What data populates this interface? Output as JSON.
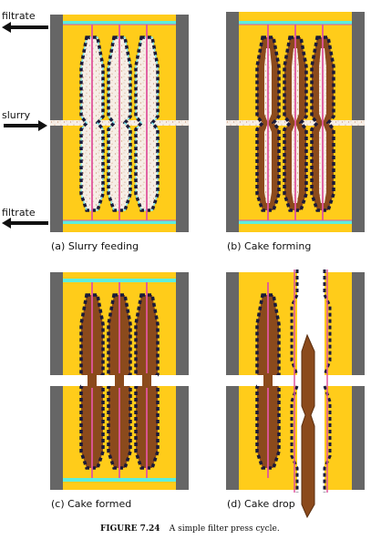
{
  "figure": {
    "label": "FIGURE 7.24",
    "title": "A simple filter press cycle."
  },
  "side_labels": {
    "filtrate_top": "filtrate",
    "slurry": "slurry",
    "filtrate_bottom": "filtrate"
  },
  "panels": [
    {
      "id": "a",
      "caption": "(a) Slurry feeding",
      "state": "slurry-filled"
    },
    {
      "id": "b",
      "caption": "(b) Cake forming",
      "state": "cake-forming"
    },
    {
      "id": "c",
      "caption": "(c) Cake formed",
      "state": "cake-formed"
    },
    {
      "id": "d",
      "caption": "(d) Cake drop",
      "state": "cake-drop"
    }
  ],
  "colors": {
    "plate": "#FFCC1A",
    "frame_end": "#666666",
    "channel": "#5DEEDD",
    "membrane": "#E0559D",
    "cloth_dark": "#1A1A3A",
    "cloth_light": "#7BE8F0",
    "slurry": "#F6EEE6",
    "slurry_dot": "#C8906E",
    "cake": "#8B4A1C",
    "cake_edge": "#5A2E0E"
  }
}
